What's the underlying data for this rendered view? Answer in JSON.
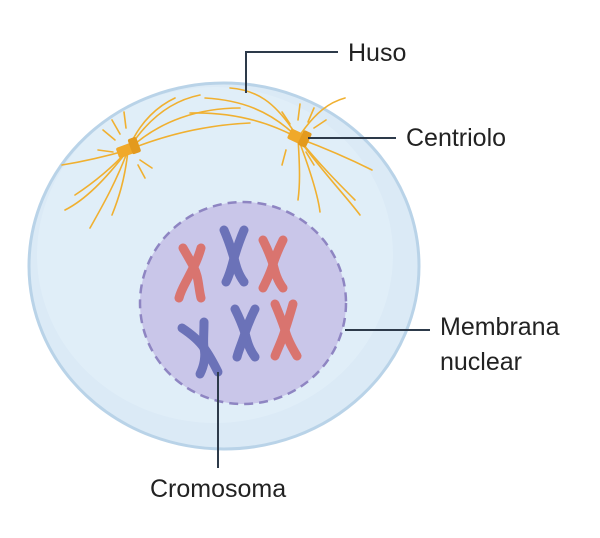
{
  "labels": {
    "spindle": "Huso",
    "centriole": "Centriolo",
    "nuclear_membrane_line1": "Membrana",
    "nuclear_membrane_line2": "nuclear",
    "chromosome": "Cromosoma"
  },
  "colors": {
    "cell_fill": "#dbeaf6",
    "cell_stroke": "#b9d3e8",
    "nucleus_fill": "#c9c6e9",
    "nucleus_stroke": "#8e85c2",
    "chromosome_blue": "#6b72b8",
    "chromosome_red": "#d9746f",
    "centriole": "#f0a92a",
    "spindle_fiber": "#f0b030",
    "leader_line": "#2d3a4a"
  },
  "icons": {
    "centriole_left": "centriole-icon",
    "centriole_right": "centriole-icon",
    "chromosomes": "x-chromosome-icon"
  }
}
